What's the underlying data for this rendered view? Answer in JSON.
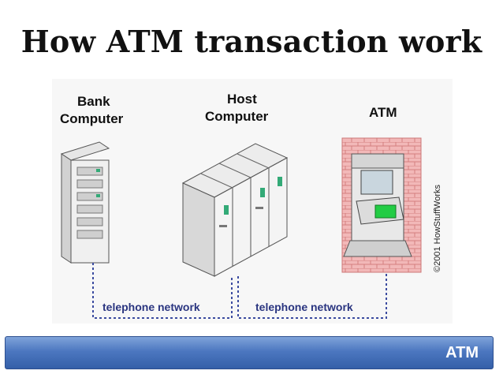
{
  "slide": {
    "title": "How ATM transaction work",
    "footer_label": "ATM"
  },
  "diagram": {
    "bank_label_line1": "Bank",
    "bank_label_line2": "Computer",
    "host_label_line1": "Host",
    "host_label_line2": "Computer",
    "atm_label": "ATM",
    "network_left": "telephone network",
    "network_right": "telephone network",
    "copyright": "©2001 HowStuffWorks"
  },
  "colors": {
    "footer_bar": "#4c77c0",
    "network_line": "#3b4ba0",
    "brick": "#e9a3a3",
    "atm_card": "#22cc44"
  }
}
